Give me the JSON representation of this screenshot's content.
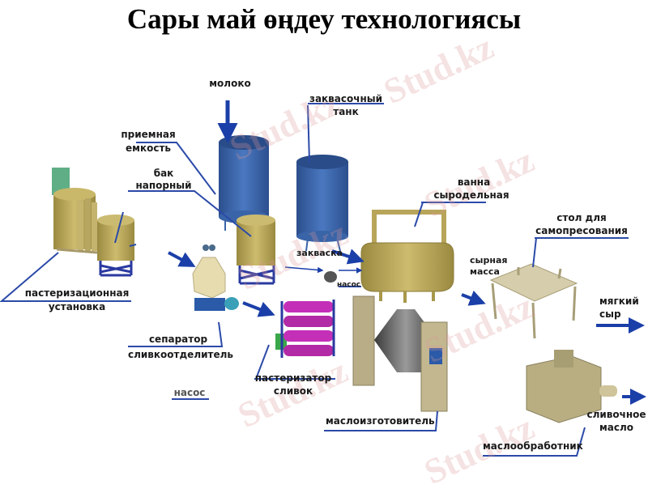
{
  "title": "Сары май өңдеу технологиясы",
  "watermark": "Stud.kz",
  "colors": {
    "arrow_blue": "#1b3fa8",
    "leader_line": "#2b4aa8",
    "tank_blue": "#3a64a8",
    "equipment_khaki": "#b8a75c",
    "stand_blue": "#2a3aa0",
    "pasteurizer_magenta": "#c42fb8",
    "churn_gray": "#6e6e6e"
  },
  "labels": {
    "milk": "молоко",
    "starter_tank_1": "заквасочный",
    "starter_tank_2": "танк",
    "receiving_tank_1": "приемная",
    "receiving_tank_2": "емкость",
    "pressure_tank_1": "бак",
    "pressure_tank_2": "напорный",
    "pasteurization_unit_1": "пастеризационная",
    "pasteurization_unit_2": "установка",
    "starter": "закваска",
    "pump_small": "насос",
    "cheese_vat_1": "ванна",
    "cheese_vat_2": "сыродельная",
    "press_table_1": "стол для",
    "press_table_2": "самопресования",
    "curd_mass_1": "сырная",
    "curd_mass_2": "масса",
    "soft_cheese_1": "мягкий",
    "soft_cheese_2": "сыр",
    "separator_1": "сепаратор",
    "separator_2": "сливкоотделитель",
    "cream_pasteurizer_1": "пастеризатор",
    "cream_pasteurizer_2": "сливок",
    "pump": "насос",
    "butter_churn": "маслоизготовитель",
    "butter_worker": "маслообработник",
    "butter_1": "сливочное",
    "butter_2": "масло"
  }
}
